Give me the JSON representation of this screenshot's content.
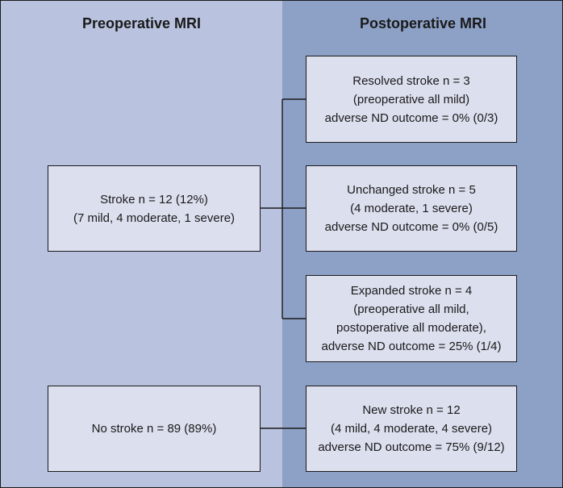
{
  "panels": {
    "left_title": "Preoperative MRI",
    "right_title": "Postoperative MRI"
  },
  "preoperative": {
    "stroke": [
      "Stroke n = 12 (12%)",
      "(7 mild, 4 moderate, 1 severe)"
    ],
    "no_stroke": [
      "No stroke n = 89 (89%)"
    ]
  },
  "postoperative": {
    "resolved": [
      "Resolved stroke n = 3",
      "(preoperative all mild)",
      "adverse ND outcome = 0% (0/3)"
    ],
    "unchanged": [
      "Unchanged stroke n = 5",
      "(4 moderate, 1 severe)",
      "adverse ND outcome = 0% (0/5)"
    ],
    "expanded": [
      "Expanded stroke n = 4",
      "(preoperative all mild,",
      "postoperative all moderate),",
      "adverse ND outcome = 25% (1/4)"
    ],
    "new": [
      "New stroke n = 12",
      "(4 mild, 4 moderate, 4 severe)",
      "adverse ND outcome = 75% (9/12)"
    ]
  }
}
